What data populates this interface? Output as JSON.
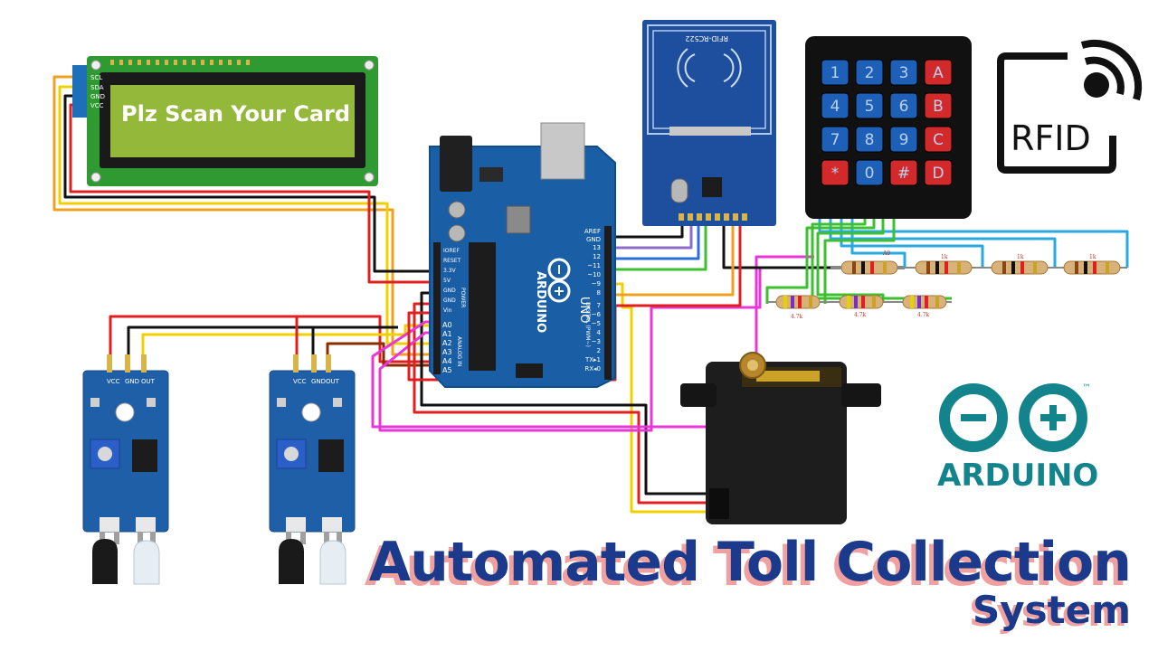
{
  "lcd": {
    "message": "Plz Scan Your Card",
    "pins": [
      "SCL",
      "SDA",
      "GND",
      "VCC"
    ]
  },
  "arduino_board": {
    "brand": "ARDUINO",
    "model": "UNO",
    "left_pins": [
      "IOREF",
      "RESET",
      "3.3V",
      "5V",
      "GND",
      "GND",
      "Vin"
    ],
    "analog_pins": [
      "A0",
      "A1",
      "A2",
      "A3",
      "A4",
      "A5"
    ],
    "digital_pins": [
      "AREF",
      "GND",
      "13",
      "12",
      "~11",
      "~10",
      "~9",
      "8",
      "7",
      "~6",
      "~5",
      "4",
      "~3",
      "2",
      "TX▸1",
      "RX◂0"
    ],
    "power_label": "POWER",
    "analog_label": "ANALOG IN",
    "digital_label": "DIGITAL (PWM~)"
  },
  "rfid_module": {
    "label": "RFID-RC522"
  },
  "keypad": {
    "keys": [
      "1",
      "2",
      "3",
      "A",
      "4",
      "5",
      "6",
      "B",
      "7",
      "8",
      "9",
      "C",
      "*",
      "0",
      "#",
      "D"
    ]
  },
  "resistors": {
    "top_labels": [
      "A0",
      "1k",
      "1k",
      "1k"
    ],
    "bottom_labels": [
      "4.7k",
      "4.7k",
      "4.7k"
    ]
  },
  "rfid_logo": {
    "text": "RFID"
  },
  "arduino_logo": {
    "text": "ARDUINO",
    "tm": "™"
  },
  "ir_sensor": {
    "pins": [
      "VCC",
      "GND",
      "OUT"
    ]
  },
  "title": {
    "main": "Automated Toll Collection",
    "sub": "System"
  },
  "colors": {
    "board": "#1a5fa6",
    "keypad_blue": "#1e5fb8",
    "keypad_red": "#d22a2a",
    "lcd_green": "#8fbf2a",
    "title": "#1b3a8c",
    "title_shadow": "#f1a0a0",
    "arduino_teal": "#14848c"
  }
}
